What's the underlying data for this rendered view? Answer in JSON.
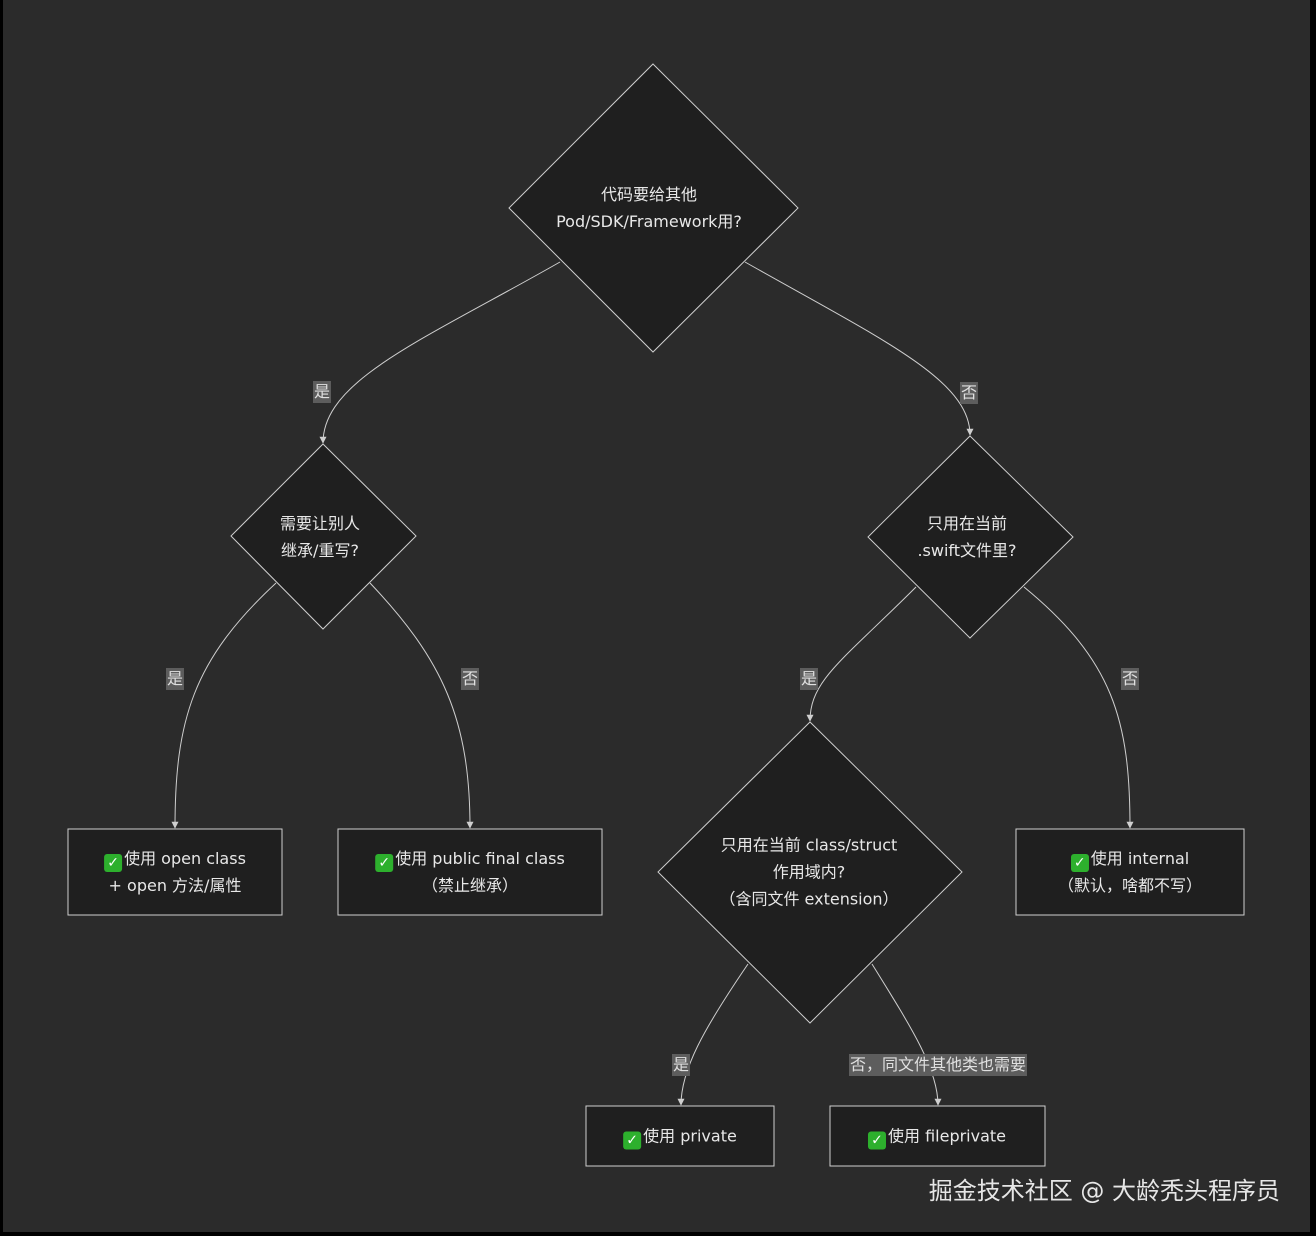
{
  "colors": {
    "background": "#2b2b2b",
    "node_fill": "#1f1f1f",
    "stroke": "#cfcfcf",
    "label_bg": "#5d5d5d",
    "check": "#2db02d"
  },
  "nodes": {
    "q_external": {
      "line1": "代码要给其他",
      "line2": "Pod/SDK/Framework用?"
    },
    "q_inherit": {
      "line1": "需要让别人",
      "line2": "继承/重写?"
    },
    "q_file": {
      "line1": "只用在当前",
      "line2": ".swift文件里?"
    },
    "q_scope": {
      "line1": "只用在当前 class/struct",
      "line2": "作用域内?",
      "line3": "（含同文件 extension）"
    },
    "r_open": {
      "icon": "check-icon",
      "line1": "使用 open class",
      "line2": "+ open 方法/属性"
    },
    "r_public_final": {
      "icon": "check-icon",
      "line1": "使用 public final class",
      "line2": "（禁止继承）"
    },
    "r_internal": {
      "icon": "check-icon",
      "line1": "使用 internal",
      "line2": "（默认，啥都不写）"
    },
    "r_private": {
      "icon": "check-icon",
      "line1": "使用 private"
    },
    "r_fileprivate": {
      "icon": "check-icon",
      "line1": "使用 fileprivate"
    }
  },
  "edges": {
    "yes_1": "是",
    "no_1": "否",
    "yes_2": "是",
    "no_2": "否",
    "yes_3": "是",
    "no_3": "否",
    "yes_4": "是",
    "no_4": "否，同文件其他类也需要"
  },
  "watermark": "掘金技术社区 @ 大龄秃头程序员"
}
